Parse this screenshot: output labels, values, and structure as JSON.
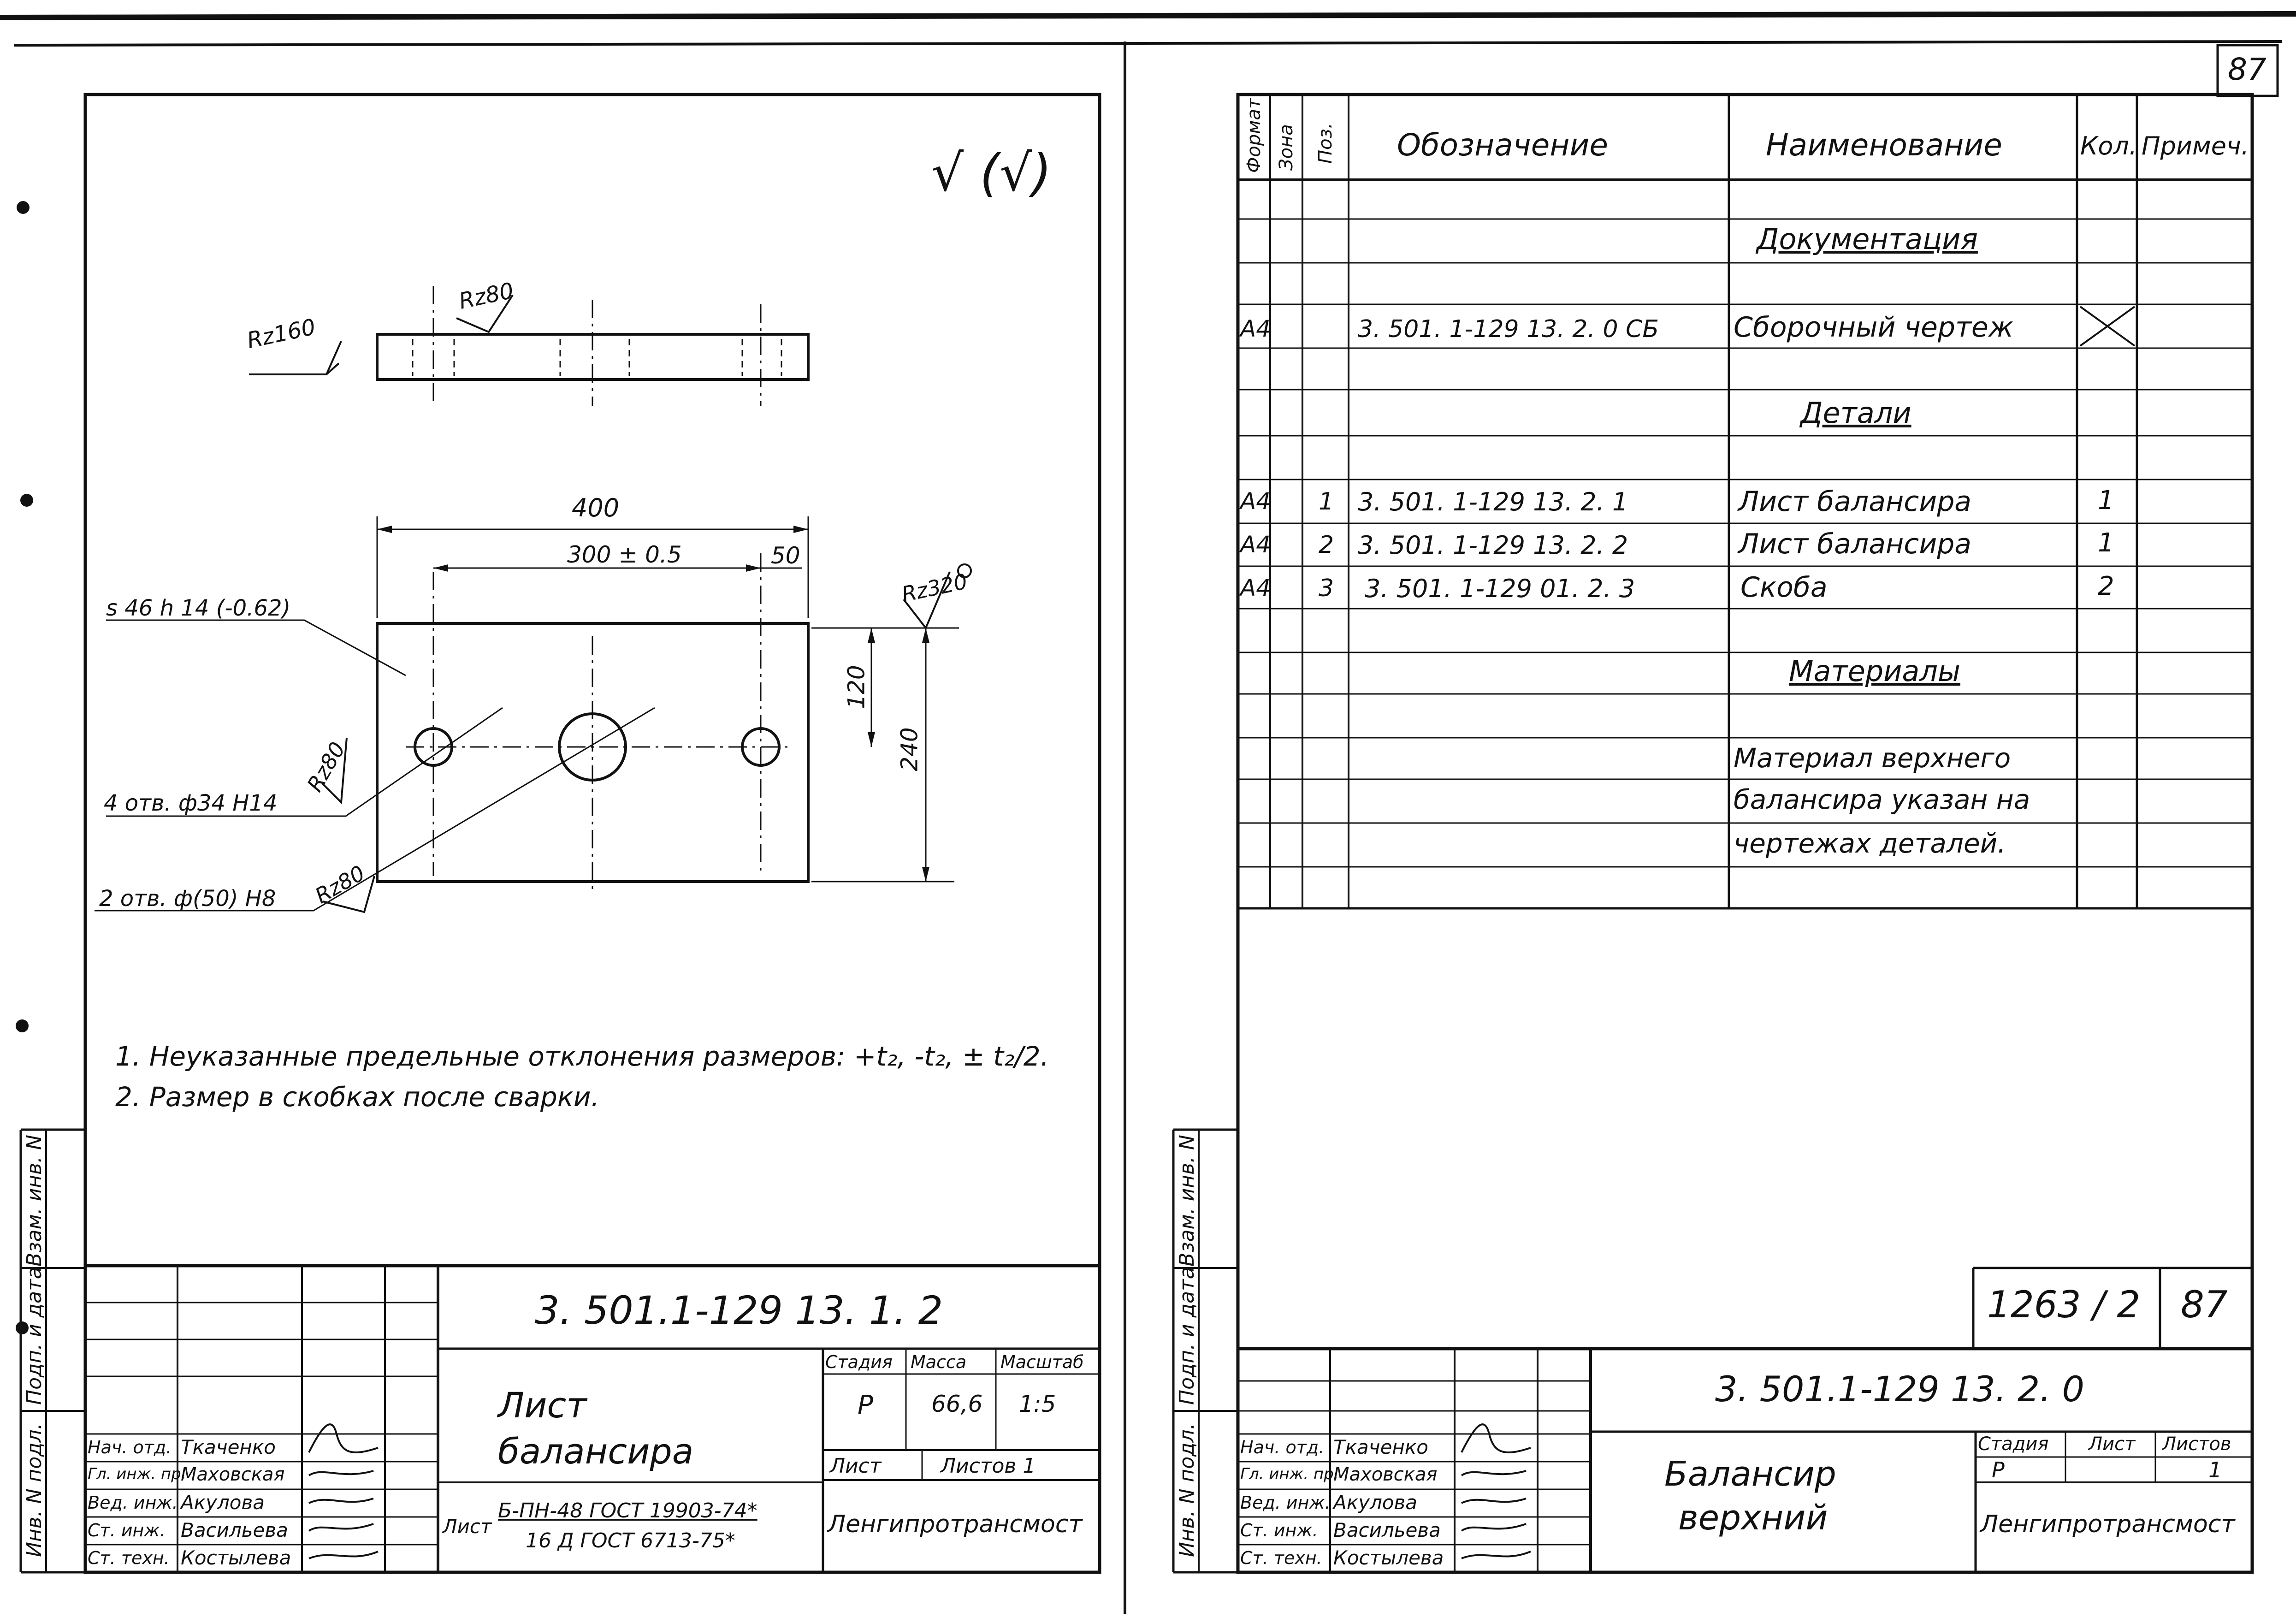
{
  "page_number": "87",
  "roughness_marks": {
    "general": "√ (√)",
    "top_left": "Rz160",
    "top_mid": "Rz80",
    "right": "Rz320",
    "hole_left": "Rz80",
    "hole_bottom": "Rz80"
  },
  "dimensions": {
    "overall_length": "400",
    "hole_spacing": "300 ± 0.5",
    "edge_offset": "50",
    "half_height": "120",
    "full_height": "240",
    "thickness": "s 46 h 14 (-0.62)",
    "holes_small": "4 отв. ф34 H14",
    "holes_large": "2 отв. ф(50) H8"
  },
  "notes": [
    "1. Неуказанные предельные отклонения размеров: +t₂, -t₂, ± t₂/2.",
    "2. Размер в скобках после сварки."
  ],
  "side_stamp": {
    "inv_podl": "Инв. N подл.",
    "podp_data": "Подп. и дата",
    "vzam_inv": "Взам. инв. N"
  },
  "left_title_block": {
    "doc_code": "3. 501.1-129  13. 1. 2",
    "part_name_line1": "Лист",
    "part_name_line2": "балансира",
    "headers": {
      "stage": "Стадия",
      "mass": "Масса",
      "scale": "Масштаб"
    },
    "values": {
      "stage": "Р",
      "mass": "66,6",
      "scale": "1:5"
    },
    "sheet_label": "Лист",
    "sheets_label": "Листов 1",
    "material_prefix": "Лист",
    "material_line1": "Б-ПН-48 ГОСТ 19903-74*",
    "material_line2": "16 Д  ГОСТ 6713-75*",
    "organization": "Ленгипротрансмост",
    "people": [
      {
        "role": "Нач. отд.",
        "name": "Ткаченко"
      },
      {
        "role": "Гл. инж. пр.",
        "name": "Маховская"
      },
      {
        "role": "Вед. инж.",
        "name": "Акулова"
      },
      {
        "role": "Ст. инж.",
        "name": "Васильева"
      },
      {
        "role": "Ст. техн.",
        "name": "Костылева"
      }
    ]
  },
  "spec_table": {
    "headers": {
      "format": "Формат",
      "zone": "Зона",
      "pos": "Поз.",
      "designation": "Обозначение",
      "name": "Наименование",
      "qty": "Кол.",
      "note": "Примеч."
    },
    "sections": {
      "documentation": "Документация",
      "parts": "Детали",
      "materials": "Материалы"
    },
    "doc_row": {
      "format": "А4",
      "designation": "3. 501. 1-129  13. 2. 0 СБ",
      "name": "Сборочный чертеж"
    },
    "part_rows": [
      {
        "format": "А4",
        "pos": "1",
        "designation": "3. 501. 1-129  13. 2. 1",
        "name": "Лист балансира",
        "qty": "1"
      },
      {
        "format": "А4",
        "pos": "2",
        "designation": "3. 501. 1-129 13. 2. 2",
        "name": "Лист балансира",
        "qty": "1"
      },
      {
        "format": "А4",
        "pos": "3",
        "designation": "3. 501. 1-129 01. 2. 3",
        "name": "Скоба",
        "qty": "2"
      }
    ],
    "material_note": [
      "Материал верхнего",
      "балансира указан на",
      "чертежах деталей."
    ]
  },
  "right_title_block": {
    "archive_no": "1263 / 2",
    "archive_page": "87",
    "doc_code": "3. 501.1-129 13. 2. 0",
    "title_line1": "Балансир",
    "title_line2": "верхний",
    "headers": {
      "stage": "Стадия",
      "sheet": "Лист",
      "sheets": "Листов"
    },
    "values": {
      "stage": "Р",
      "sheet": "",
      "sheets": "1"
    },
    "organization": "Ленгипротрансмост",
    "people": [
      {
        "role": "Нач. отд.",
        "name": "Ткаченко"
      },
      {
        "role": "Гл. инж. пр.",
        "name": "Маховская"
      },
      {
        "role": "Вед. инж.",
        "name": "Акулова"
      },
      {
        "role": "Ст. инж.",
        "name": "Васильева"
      },
      {
        "role": "Ст. техн.",
        "name": "Костылева"
      }
    ]
  }
}
